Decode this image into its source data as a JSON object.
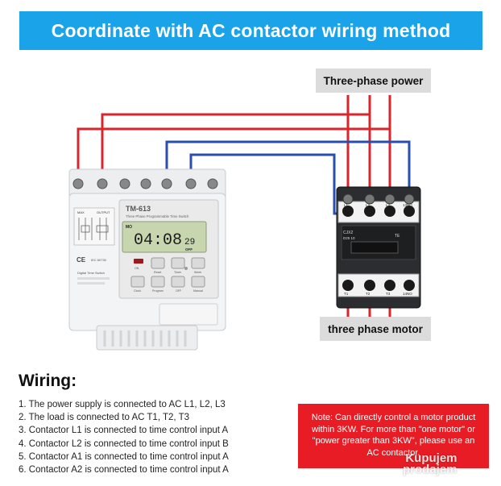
{
  "title": "Coordinate with AC contactor wiring method",
  "labels": {
    "power": "Three-phase power",
    "motor": "three phase motor"
  },
  "timer": {
    "model": "TM-613",
    "subtitle": "Three Phase Programmable Time Switch",
    "display_time": "04:08",
    "display_seconds": "29",
    "display_day": "MO",
    "display_mode": "OFF",
    "left_label_top_1": "MAX",
    "left_label_top_2": "OUTPUT",
    "ce_mark": "CE",
    "cert": "IEC 60730",
    "side_text": "Digital Time Switch",
    "button_labels": [
      "ON",
      "Reset",
      "Timer",
      "Week",
      "Clock",
      "Program",
      "OFF",
      "Manual"
    ]
  },
  "contactor": {
    "model": "CJX2",
    "rating": "D25 10",
    "top_labels": [
      "L1",
      "L2",
      "L3",
      "13NO"
    ],
    "bottom_labels": [
      "T1",
      "T2",
      "T3",
      "14NO"
    ],
    "badge": "TE"
  },
  "wiring": {
    "heading": "Wiring:",
    "items": [
      "1. The power supply is connected to AC L1, L2, L3",
      "2. The load is connected to AC T1, T2, T3",
      "3. Contactor L1 is connected to time control input A",
      "4. Contactor L2 is connected to time control input B",
      "5. Contactor A1 is connected to time control input A",
      "6. Contactor A2 is connected to time control input A"
    ]
  },
  "note": "Note: Can directly control a motor product within 3KW. For more than \"one motor\" or \"power greater than 3KW\", please use an AC contactor.",
  "watermark": [
    "Kupujem",
    "prodajem"
  ],
  "colors": {
    "banner": "#1aa3e8",
    "red_wire": "#d9262c",
    "blue_wire": "#2a4db0",
    "note_bg": "#e81c24",
    "label_bg": "#dcdcdc",
    "lcd": "#c8d6b0"
  }
}
